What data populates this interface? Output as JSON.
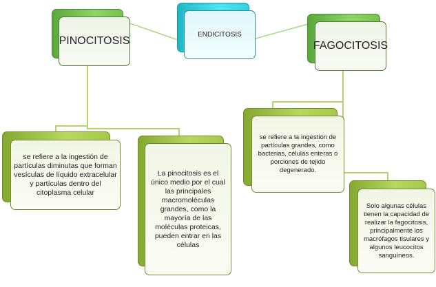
{
  "nodes": {
    "root": "ENDICITOSIS",
    "pinocitosis": "PINOCITOSIS",
    "fagocitosis": "FAGOCITOSIS",
    "pino_desc1": "se refiere a la ingestión de partículas diminutas que forman vesículas de líquido extracelular y partículas dentro del citoplasma celular",
    "pino_desc2": "La pinocitosis es el único medio por el cual las principales macromoléculas grandes, como la mayoría de las moléculas proteicas, pueden entrar en las células",
    "fago_desc1": "se refiere a la ingestión de partículas grandes, como bacterias, células enteras o porciones de tejido degenerado.",
    "fago_desc2": "Solo algunas células tienen la capacidad de realizar la fagocitosis, principalmente los macrófagos tisulares y algunos leucocitos sanguíneos."
  }
}
